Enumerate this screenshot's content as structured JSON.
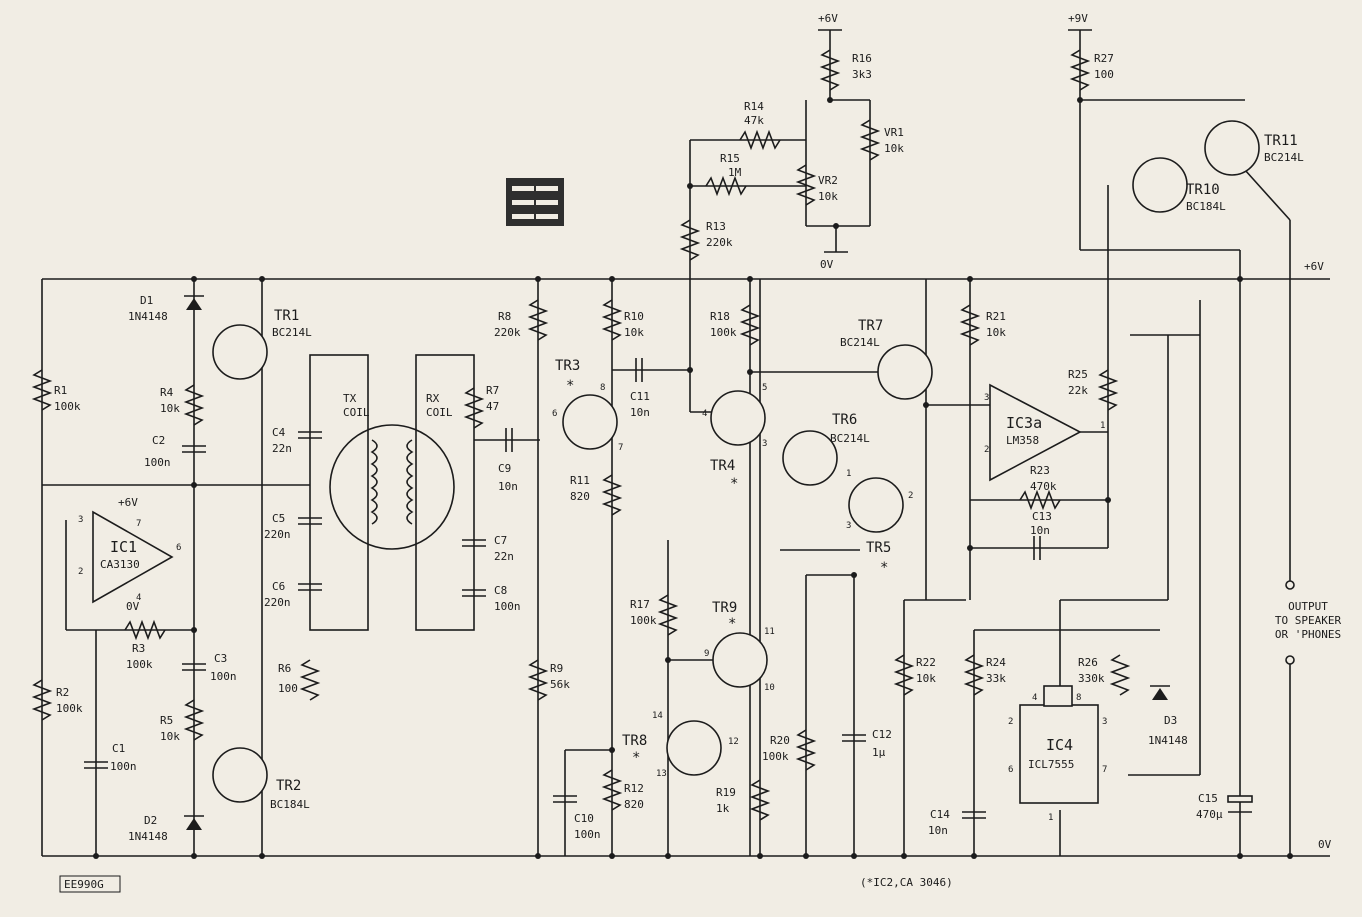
{
  "logo": {
    "text": "EE"
  },
  "rails": {
    "p6_top": "+6V",
    "p9": "+9V",
    "p6_right": "+6V",
    "zero_top": "0V",
    "zero_right": "0V",
    "ic1_pos": "+6V",
    "ic1_zero": "0V"
  },
  "coils": {
    "tx": "TX\nCOIL",
    "rx": "RX\nCOIL"
  },
  "transistors": [
    {
      "id": "tr1",
      "name": "TR1",
      "type": "BC214L"
    },
    {
      "id": "tr2",
      "name": "TR2",
      "type": "BC184L"
    },
    {
      "id": "tr3",
      "name": "TR3",
      "type": "*"
    },
    {
      "id": "tr4",
      "name": "TR4",
      "type": "*"
    },
    {
      "id": "tr5",
      "name": "TR5",
      "type": "*"
    },
    {
      "id": "tr6",
      "name": "TR6",
      "type": "BC214L"
    },
    {
      "id": "tr7",
      "name": "TR7",
      "type": "BC214L"
    },
    {
      "id": "tr8",
      "name": "TR8",
      "type": "*"
    },
    {
      "id": "tr9",
      "name": "TR9",
      "type": "*"
    },
    {
      "id": "tr10",
      "name": "TR10",
      "type": "BC184L"
    },
    {
      "id": "tr11",
      "name": "TR11",
      "type": "BC214L"
    }
  ],
  "ics": [
    {
      "id": "ic1",
      "name": "IC1",
      "type": "CA3130"
    },
    {
      "id": "ic3a",
      "name": "IC3a",
      "type": "LM358"
    },
    {
      "id": "ic4",
      "name": "IC4",
      "type": "ICL7555"
    }
  ],
  "resistors": [
    {
      "id": "r1",
      "name": "R1",
      "value": "100k"
    },
    {
      "id": "r2",
      "name": "R2",
      "value": "100k"
    },
    {
      "id": "r3",
      "name": "R3",
      "value": "100k"
    },
    {
      "id": "r4",
      "name": "R4",
      "value": "10k"
    },
    {
      "id": "r5",
      "name": "R5",
      "value": "10k"
    },
    {
      "id": "r6",
      "name": "R6",
      "value": "100"
    },
    {
      "id": "r7",
      "name": "R7",
      "value": "47"
    },
    {
      "id": "r8",
      "name": "R8",
      "value": "220k"
    },
    {
      "id": "r9",
      "name": "R9",
      "value": "56k"
    },
    {
      "id": "r10",
      "name": "R10",
      "value": "10k"
    },
    {
      "id": "r11",
      "name": "R11",
      "value": "820"
    },
    {
      "id": "r12",
      "name": "R12",
      "value": "820"
    },
    {
      "id": "r13",
      "name": "R13",
      "value": "220k"
    },
    {
      "id": "r14",
      "name": "R14",
      "value": "47k"
    },
    {
      "id": "r15",
      "name": "R15",
      "value": "1M"
    },
    {
      "id": "r16",
      "name": "R16",
      "value": "3k3"
    },
    {
      "id": "r17",
      "name": "R17",
      "value": "100k"
    },
    {
      "id": "r18",
      "name": "R18",
      "value": "100k"
    },
    {
      "id": "r19",
      "name": "R19",
      "value": "1k"
    },
    {
      "id": "r20",
      "name": "R20",
      "value": "100k"
    },
    {
      "id": "r21",
      "name": "R21",
      "value": "10k"
    },
    {
      "id": "r22",
      "name": "R22",
      "value": "10k"
    },
    {
      "id": "r23",
      "name": "R23",
      "value": "470k"
    },
    {
      "id": "r24",
      "name": "R24",
      "value": "33k"
    },
    {
      "id": "r25",
      "name": "R25",
      "value": "22k"
    },
    {
      "id": "r26",
      "name": "R26",
      "value": "330k"
    },
    {
      "id": "r27",
      "name": "R27",
      "value": "100"
    },
    {
      "id": "vr1",
      "name": "VR1",
      "value": "10k"
    },
    {
      "id": "vr2",
      "name": "VR2",
      "value": "10k"
    }
  ],
  "capacitors": [
    {
      "id": "c1",
      "name": "C1",
      "value": "100n"
    },
    {
      "id": "c2",
      "name": "C2",
      "value": "100n"
    },
    {
      "id": "c3",
      "name": "C3",
      "value": "100n"
    },
    {
      "id": "c4",
      "name": "C4",
      "value": "22n"
    },
    {
      "id": "c5",
      "name": "C5",
      "value": "220n"
    },
    {
      "id": "c6",
      "name": "C6",
      "value": "220n"
    },
    {
      "id": "c7",
      "name": "C7",
      "value": "22n"
    },
    {
      "id": "c8",
      "name": "C8",
      "value": "100n"
    },
    {
      "id": "c9",
      "name": "C9",
      "value": "10n"
    },
    {
      "id": "c10",
      "name": "C10",
      "value": "100n"
    },
    {
      "id": "c11",
      "name": "C11",
      "value": "10n"
    },
    {
      "id": "c12",
      "name": "C12",
      "value": "1µ"
    },
    {
      "id": "c13",
      "name": "C13",
      "value": "10n"
    },
    {
      "id": "c14",
      "name": "C14",
      "value": "10n"
    },
    {
      "id": "c15",
      "name": "C15",
      "value": "470µ"
    }
  ],
  "diodes": [
    {
      "id": "d1",
      "name": "D1",
      "value": "1N4148"
    },
    {
      "id": "d2",
      "name": "D2",
      "value": "1N4148"
    },
    {
      "id": "d3",
      "name": "D3",
      "value": "1N4148"
    }
  ],
  "pins": {
    "ic1_3": "3",
    "ic1_2": "2",
    "ic1_6": "6",
    "ic1_7": "7",
    "ic1_4": "4",
    "ic3_3": "3",
    "ic3_2": "2",
    "ic3_1": "1",
    "ic4_4": "4",
    "ic4_8": "8",
    "ic4_2": "2",
    "ic4_3": "3",
    "ic4_6": "6",
    "ic4_7": "7",
    "ic4_1": "1",
    "tr3_6": "6",
    "tr3_8": "8",
    "tr3_7": "7",
    "tr4_4": "4",
    "tr4_5": "5",
    "tr4_3": "3",
    "tr5_1": "1",
    "tr5_2": "2",
    "tr5_3": "3",
    "tr9_9": "9",
    "tr9_11": "11",
    "tr9_10": "10",
    "tr8_14": "14",
    "tr8_12": "12",
    "tr8_13": "13"
  },
  "output": {
    "label": "OUTPUT\nTO SPEAKER\nOR 'PHONES"
  },
  "footnote": "(*IC2,CA 3046)",
  "tag": "EE990G"
}
